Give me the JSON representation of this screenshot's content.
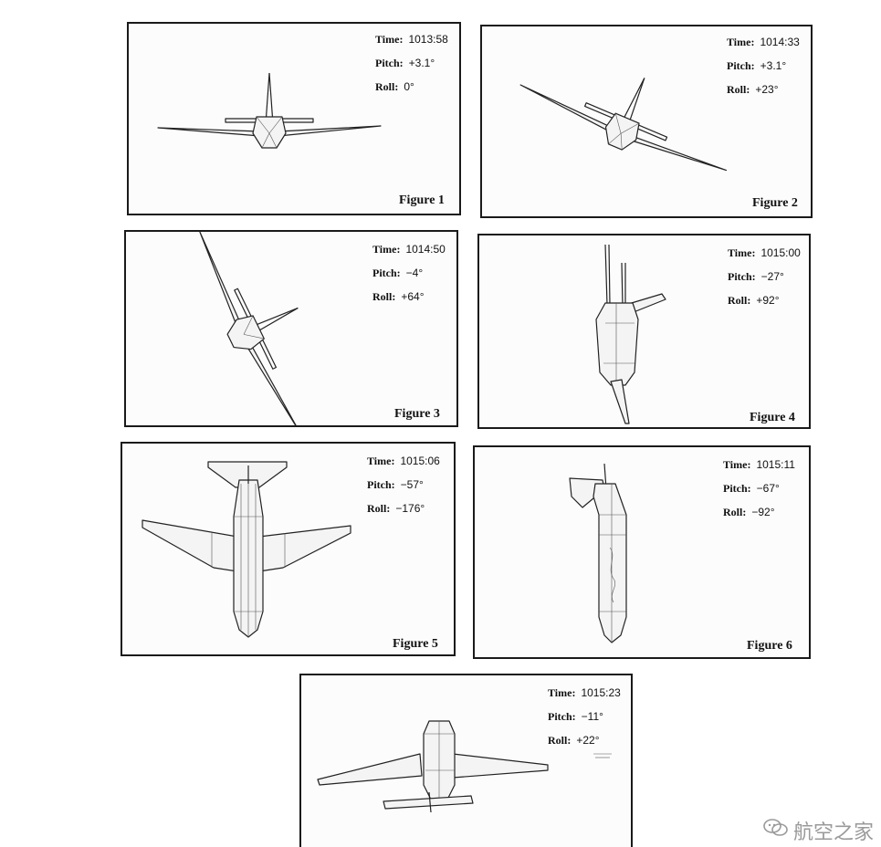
{
  "labels": {
    "time": "Time:",
    "pitch": "Pitch:",
    "roll": "Roll:"
  },
  "figures": [
    {
      "caption": "Figure 1",
      "time": "1013:58",
      "pitch": "+3.1°",
      "roll": "0°"
    },
    {
      "caption": "Figure 2",
      "time": "1014:33",
      "pitch": "+3.1°",
      "roll": "+23°"
    },
    {
      "caption": "Figure 3",
      "time": "1014:50",
      "pitch": "−4°",
      "roll": "+64°"
    },
    {
      "caption": "Figure 4",
      "time": "1015:00",
      "pitch": "−27°",
      "roll": "+92°"
    },
    {
      "caption": "Figure 5",
      "time": "1015:06",
      "pitch": "−57°",
      "roll": "−176°"
    },
    {
      "caption": "Figure 6",
      "time": "1015:11",
      "pitch": "−67°",
      "roll": "−92°"
    },
    {
      "caption": "",
      "time": "1015:23",
      "pitch": "−11°",
      "roll": "+22°"
    }
  ],
  "watermark": {
    "text": "航空之家",
    "icon": "wechat-icon"
  }
}
